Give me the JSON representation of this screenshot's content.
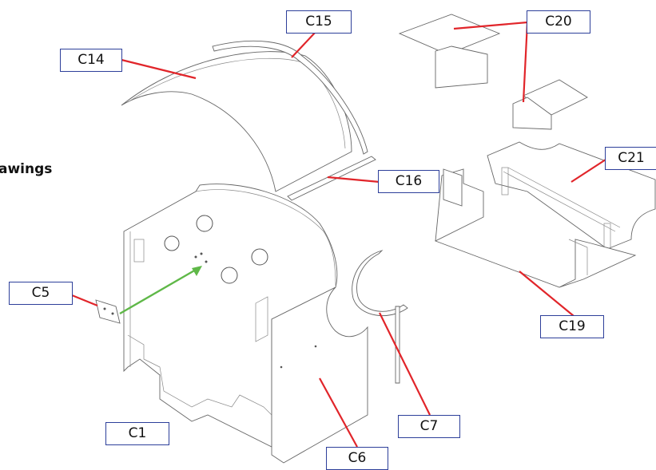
{
  "heading": "awings",
  "labels": {
    "c1": "C1",
    "c5": "C5",
    "c6": "C6",
    "c7": "C7",
    "c14": "C14",
    "c15": "C15",
    "c16": "C16",
    "c19": "C19",
    "c20": "C20",
    "c21": "C21"
  },
  "colors": {
    "leader_line": "#e1252a",
    "assembly_arrow": "#5fb848",
    "label_border": "#2d3f9a"
  }
}
